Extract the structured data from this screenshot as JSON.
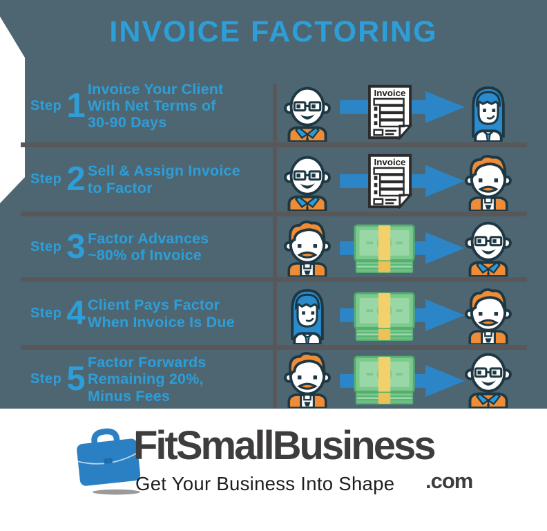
{
  "title": "INVOICE FACTORING",
  "steps": [
    {
      "label": "Step",
      "number": "1",
      "description": "Invoice Your Client\nWith Net Terms of\n30-90 Days",
      "from_icon": "businessman-client",
      "via_icon": "invoice-document",
      "to_icon": "business-woman"
    },
    {
      "label": "Step",
      "number": "2",
      "description": "Sell & Assign Invoice\nto Factor",
      "from_icon": "businessman-client",
      "via_icon": "invoice-document",
      "to_icon": "factor"
    },
    {
      "label": "Step",
      "number": "3",
      "description": "Factor Advances\n~80% of Invoice",
      "from_icon": "factor",
      "via_icon": "cash-stack",
      "to_icon": "businessman-client"
    },
    {
      "label": "Step",
      "number": "4",
      "description": "Client Pays Factor\nWhen Invoice Is Due",
      "from_icon": "business-woman",
      "via_icon": "cash-stack",
      "to_icon": "factor"
    },
    {
      "label": "Step",
      "number": "5",
      "description": "Factor Forwards\nRemaining 20%,\nMinus Fees",
      "from_icon": "factor",
      "via_icon": "cash-stack",
      "to_icon": "businessman-client"
    }
  ],
  "icons": {
    "invoice_label": "Invoice"
  },
  "footer": {
    "brand": "FitSmallBusiness",
    "domain": ".com",
    "tagline": "Get Your Business Into Shape"
  },
  "colors": {
    "accent_blue": "#2E9ED8",
    "arrow_blue": "#2B85C7",
    "panel_bg": "#4D6672",
    "divider_gray": "#58585A",
    "shirt_orange": "#EF8C35",
    "hair_blue": "#2B8CCD",
    "money_green": "#7CC98E",
    "money_band_yellow": "#F2D06B",
    "logo_blue": "#2B7FC3",
    "logo_text_gray": "#3E3C3D"
  }
}
